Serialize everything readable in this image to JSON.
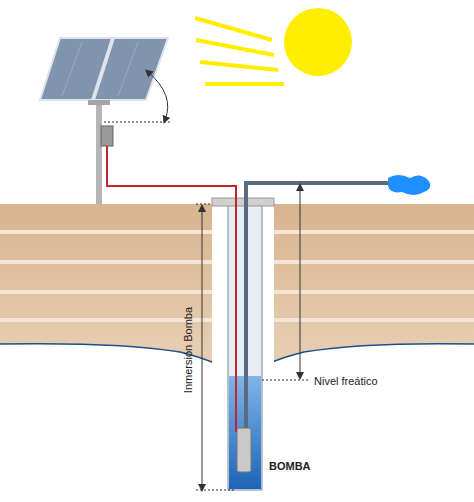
{
  "diagram": {
    "labels": [
      "Inmersión Bomba",
      "Nivel freático",
      "BOMBA"
    ]
  }
}
